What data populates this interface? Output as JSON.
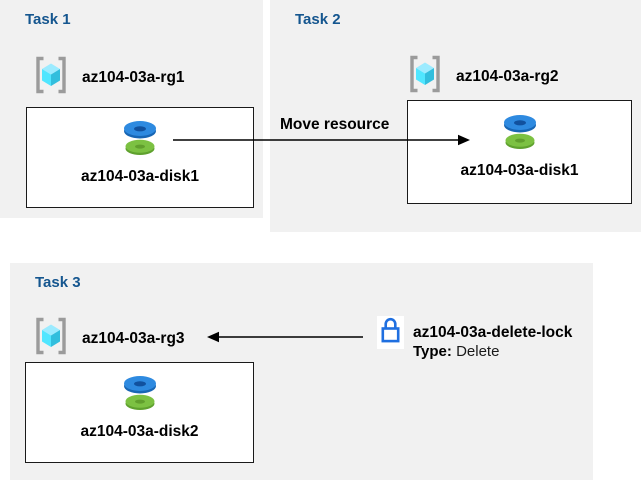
{
  "colors": {
    "panel_bg": "#F1F1F1",
    "title_text": "#15568F",
    "label_text": "#000000",
    "box_bg": "#FFFFFF",
    "box_border": "#1A1A1A",
    "arrow": "#000000",
    "lock_blue": "#1F6FE0",
    "rg_bracket_gray": "#9B9B9B",
    "rg_cube_top": "#9CEBFF",
    "rg_cube_left": "#50E6FF",
    "rg_cube_right": "#32BEDD",
    "disk_blue_top": "#2E8AE0",
    "disk_blue_side": "#1866B4",
    "disk_blue_hole": "#11519E",
    "disk_green_top": "#7CC142",
    "disk_green_side": "#5FA12E"
  },
  "tasks": [
    {
      "title": "Task 1",
      "resource_group": "az104-03a-rg1",
      "disk": "az104-03a-disk1"
    },
    {
      "title": "Task 2",
      "resource_group": "az104-03a-rg2",
      "disk": "az104-03a-disk1"
    },
    {
      "title": "Task 3",
      "resource_group": "az104-03a-rg3",
      "disk": "az104-03a-disk2"
    }
  ],
  "move_arrow_label": "Move resource",
  "lock": {
    "name": "az104-03a-delete-lock",
    "type_label": "Type:",
    "type_value": "Delete"
  }
}
